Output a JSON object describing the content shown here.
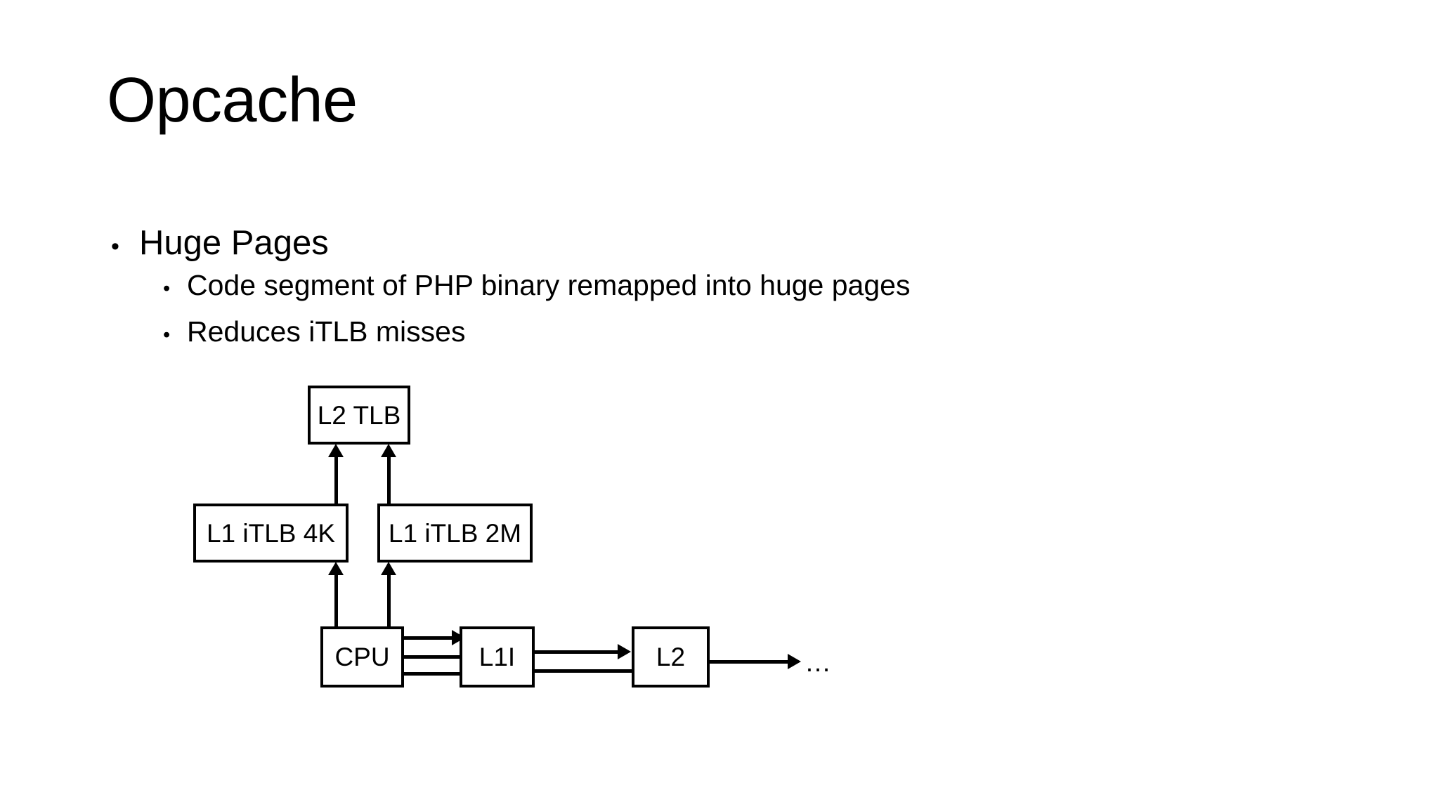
{
  "slide": {
    "title": "Opcache",
    "background_color": "#ffffff",
    "text_color": "#000000"
  },
  "bullets": {
    "level1": [
      {
        "marker": "•",
        "text": "Huge Pages"
      }
    ],
    "level2": [
      {
        "marker": "•",
        "text": "Code segment of PHP binary remapped into huge pages"
      },
      {
        "marker": "•",
        "text": "Reduces iTLB misses"
      }
    ]
  },
  "diagram": {
    "name": "itlb-cache-hierarchy-diagram",
    "boxes": [
      {
        "id": "l2-tlb",
        "label": "L2 TLB"
      },
      {
        "id": "l1-itlb-4k",
        "label": "L1 iTLB 4K"
      },
      {
        "id": "l1-itlb-2m",
        "label": "L1 iTLB 2M"
      },
      {
        "id": "cpu",
        "label": "CPU"
      },
      {
        "id": "l1i",
        "label": "L1I"
      },
      {
        "id": "l2",
        "label": "L2"
      }
    ],
    "ellipsis": "…"
  }
}
